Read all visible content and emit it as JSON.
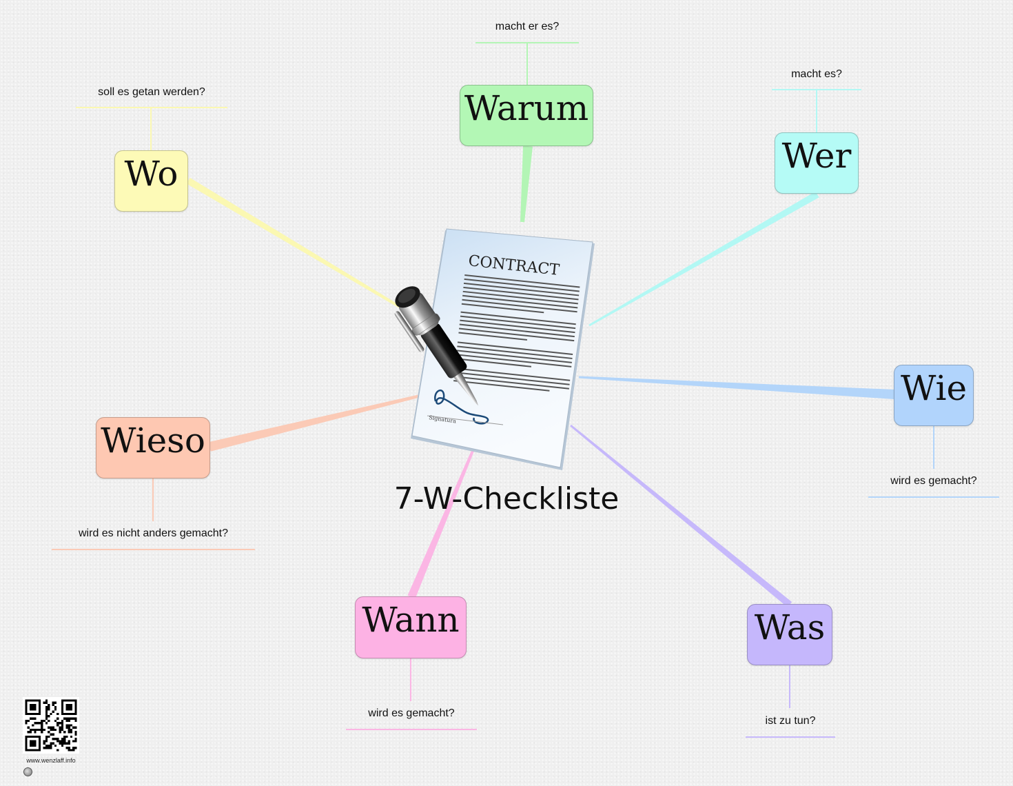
{
  "title": "7-W-Checkliste",
  "central_image": {
    "icon": "contract-signing-icon",
    "heading": "CONTRACT",
    "signature_label": "Signatura"
  },
  "nodes": [
    {
      "id": "warum",
      "label": "Warum",
      "note": "macht er es?",
      "color": "#b3f7b5",
      "line_color": "#b3f5b5"
    },
    {
      "id": "wer",
      "label": "Wer",
      "note": "macht es?",
      "color": "#b5fbf6",
      "line_color": "#b2f8f4"
    },
    {
      "id": "wie",
      "label": "Wie",
      "note": "wird es gemacht?",
      "color": "#b1d4fc",
      "line_color": "#b3d5fa"
    },
    {
      "id": "was",
      "label": "Was",
      "note": "ist zu tun?",
      "color": "#c5b7fc",
      "line_color": "#c6b8fb"
    },
    {
      "id": "wann",
      "label": "Wann",
      "note": "wird es gemacht?",
      "color": "#fdb2e4",
      "line_color": "#fbb6e4"
    },
    {
      "id": "wieso",
      "label": "Wieso",
      "note": "wird es nicht anders gemacht?",
      "color": "#fec8b2",
      "line_color": "#fbcab6"
    },
    {
      "id": "wo",
      "label": "Wo",
      "note": "soll es getan werden?",
      "color": "#fdfab7",
      "line_color": "#fbf8b2"
    }
  ],
  "footer": {
    "website": "www.wenzlaff.info",
    "qr_icon": "qr-code-icon",
    "badge_icon": "creative-commons-icon"
  }
}
